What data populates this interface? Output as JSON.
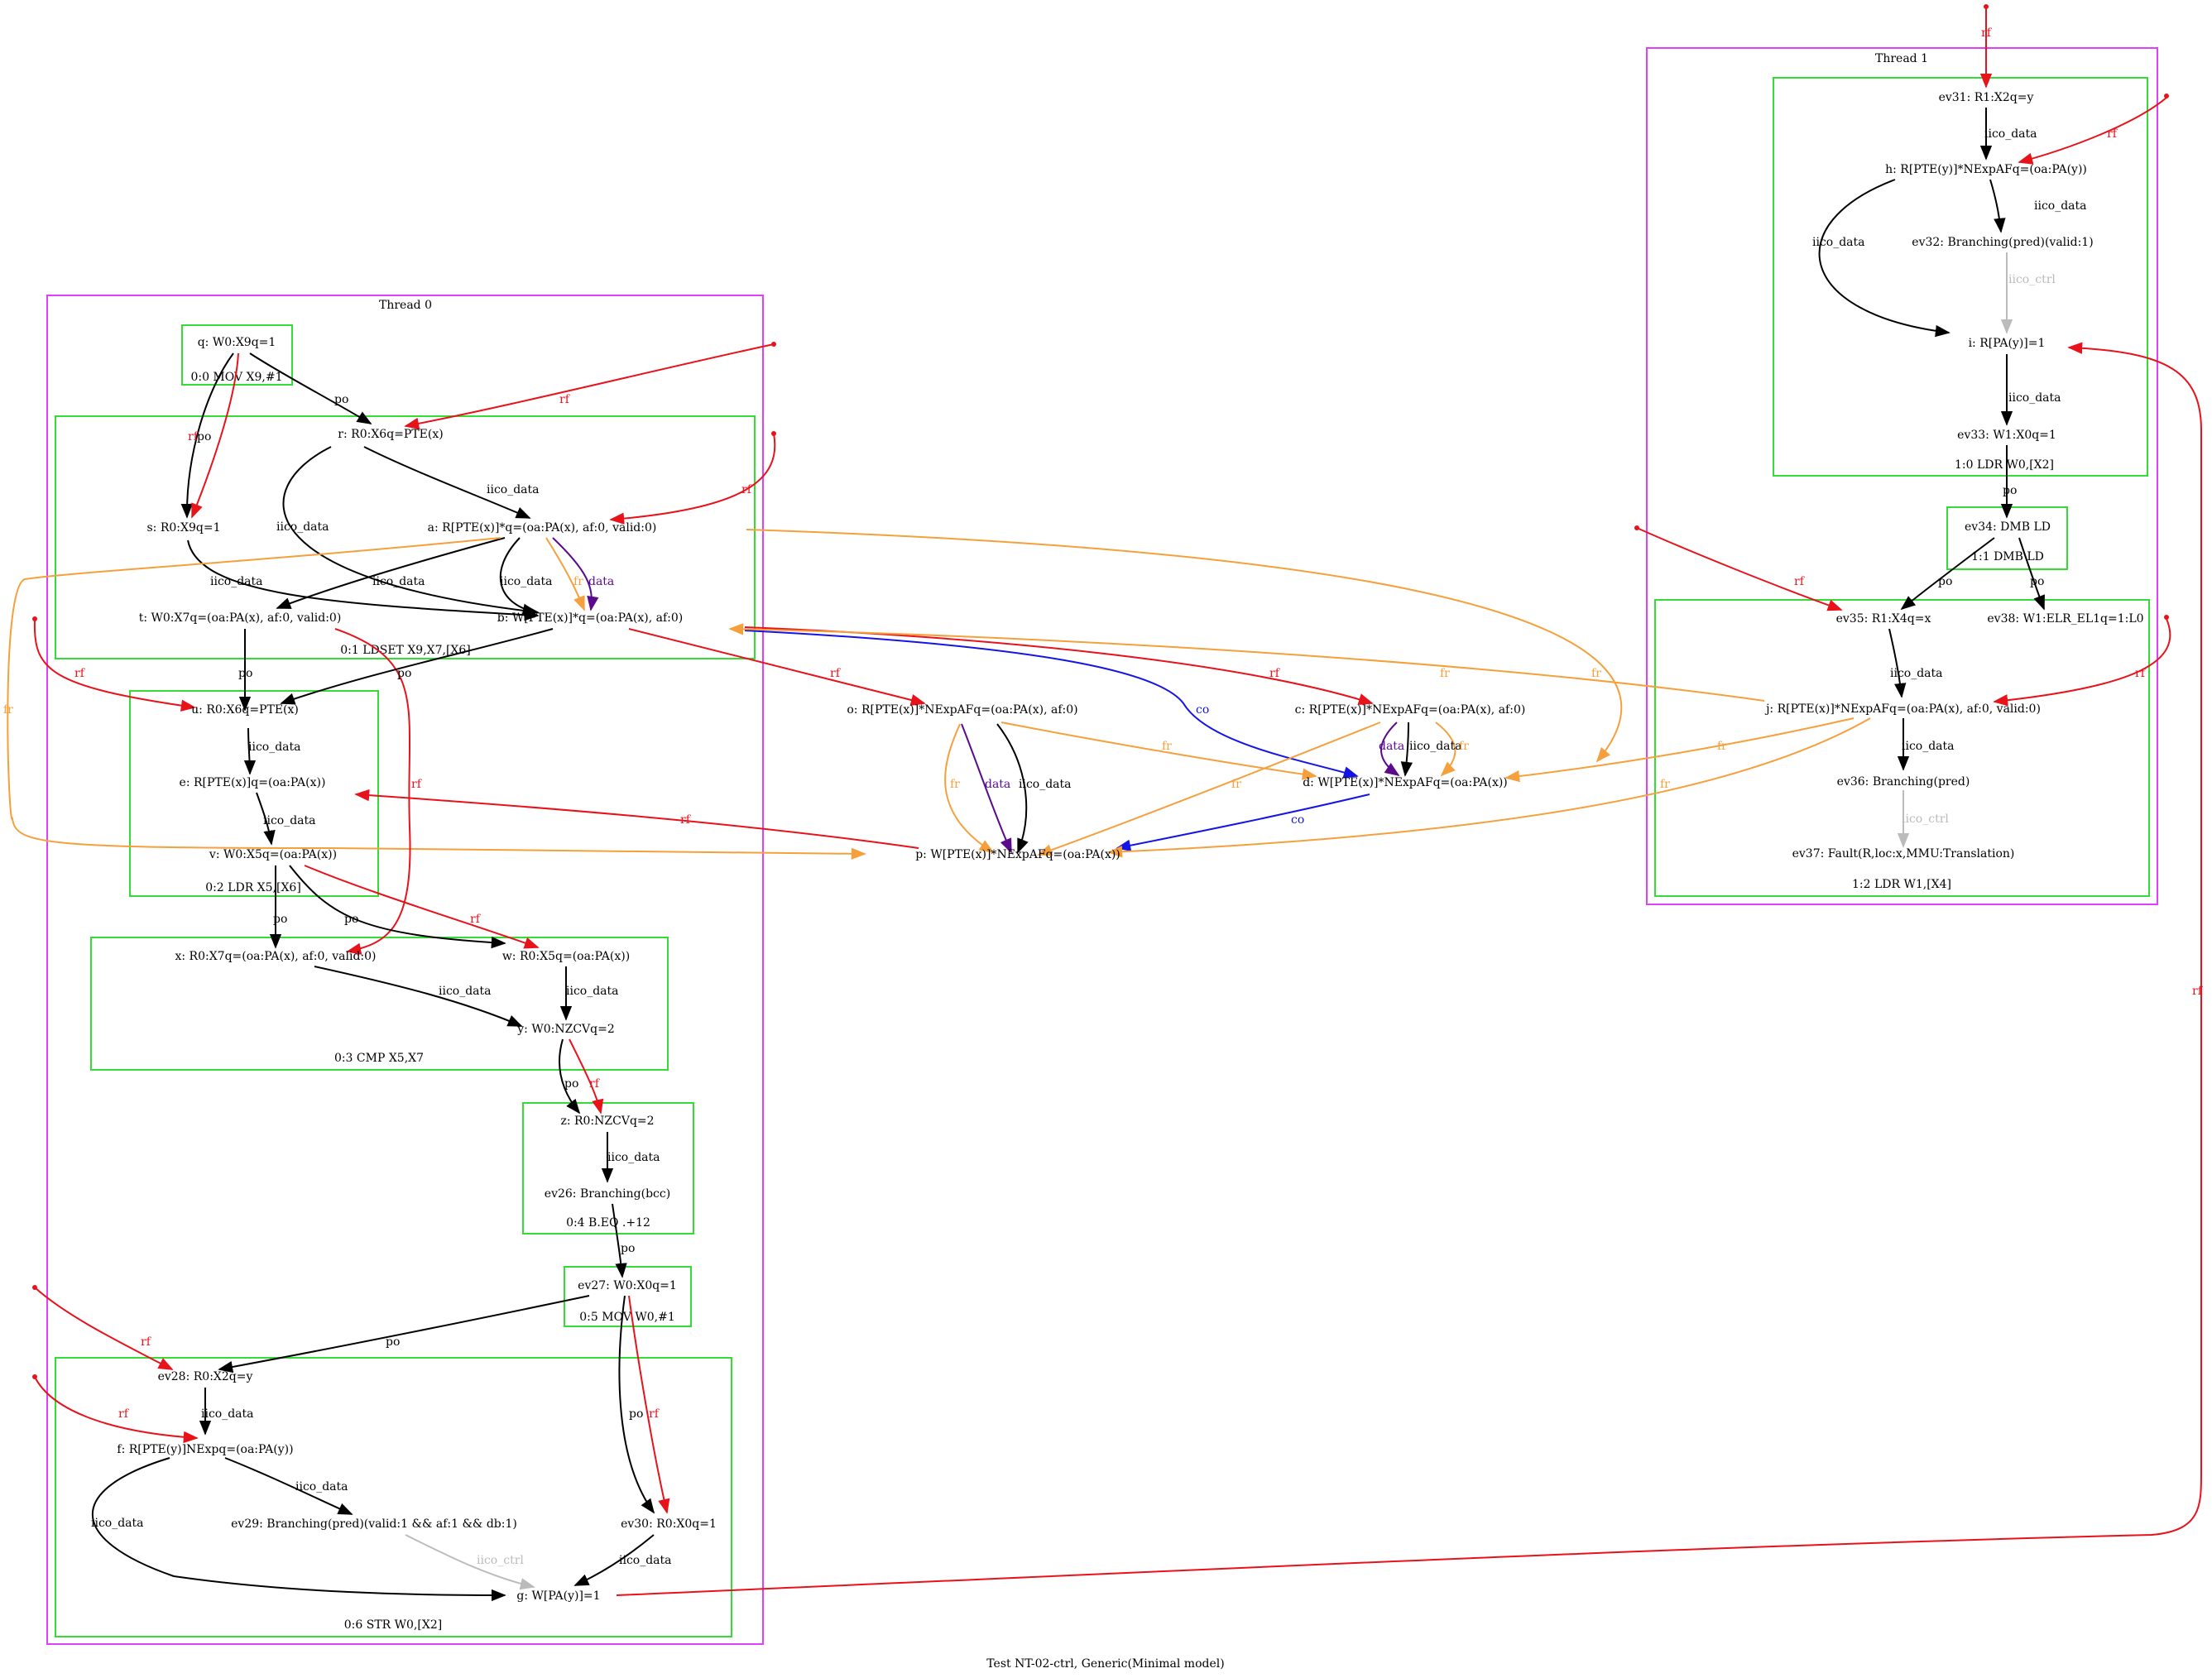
{
  "diagram": {
    "caption": "Test NT-02-ctrl, Generic(Minimal model)",
    "colors": {
      "thread_box": "#e040fb",
      "instr_box": "#33dd33",
      "po": "#000000",
      "iico_data": "#000000",
      "iico_ctrl": "#bbbbbb",
      "rf": "#e8121b",
      "fr": "#f5a03c",
      "co": "#1414e6",
      "data": "#5a0a8c"
    },
    "threads": [
      {
        "id": "t0",
        "label": "Thread 0"
      },
      {
        "id": "t1",
        "label": "Thread 1"
      }
    ],
    "instructions": [
      {
        "id": "i00",
        "label": "0:0 MOV X9,#1"
      },
      {
        "id": "i01",
        "label": "0:1 LDSET X9,X7,[X6]"
      },
      {
        "id": "i02",
        "label": "0:2 LDR X5,[X6]"
      },
      {
        "id": "i03",
        "label": "0:3 CMP X5,X7"
      },
      {
        "id": "i04",
        "label": "0:4 B.EQ .+12"
      },
      {
        "id": "i05",
        "label": "0:5 MOV W0,#1"
      },
      {
        "id": "i06",
        "label": "0:6 STR W0,[X2]"
      },
      {
        "id": "i10",
        "label": "1:0 LDR W0,[X2]"
      },
      {
        "id": "i11",
        "label": "1:1 DMB LD"
      },
      {
        "id": "i12",
        "label": "1:2 LDR W1,[X4]"
      }
    ],
    "nodes": [
      {
        "id": "q",
        "label": "q: W0:X9q=1"
      },
      {
        "id": "r",
        "label": "r: R0:X6q=PTE(x)"
      },
      {
        "id": "s",
        "label": "s: R0:X9q=1"
      },
      {
        "id": "a",
        "label": "a: R[PTE(x)]*q=(oa:PA(x), af:0, valid:0)"
      },
      {
        "id": "t",
        "label": "t: W0:X7q=(oa:PA(x), af:0, valid:0)"
      },
      {
        "id": "b",
        "label": "b: W[PTE(x)]*q=(oa:PA(x), af:0)"
      },
      {
        "id": "u",
        "label": "u: R0:X6q=PTE(x)"
      },
      {
        "id": "e",
        "label": "e: R[PTE(x)]q=(oa:PA(x))"
      },
      {
        "id": "v",
        "label": "v: W0:X5q=(oa:PA(x))"
      },
      {
        "id": "x",
        "label": "x: R0:X7q=(oa:PA(x), af:0, valid:0)"
      },
      {
        "id": "w",
        "label": "w: R0:X5q=(oa:PA(x))"
      },
      {
        "id": "y",
        "label": "y: W0:NZCVq=2"
      },
      {
        "id": "z",
        "label": "z: R0:NZCVq=2"
      },
      {
        "id": "ev26",
        "label": "ev26: Branching(bcc)"
      },
      {
        "id": "ev27",
        "label": "ev27: W0:X0q=1"
      },
      {
        "id": "ev28",
        "label": "ev28: R0:X2q=y"
      },
      {
        "id": "f",
        "label": "f: R[PTE(y)]NExpq=(oa:PA(y))"
      },
      {
        "id": "ev29",
        "label": "ev29: Branching(pred)(valid:1 && af:1 && db:1)"
      },
      {
        "id": "ev30",
        "label": "ev30: R0:X0q=1"
      },
      {
        "id": "g",
        "label": "g: W[PA(y)]=1"
      },
      {
        "id": "o",
        "label": "o: R[PTE(x)]*NExpAFq=(oa:PA(x), af:0)"
      },
      {
        "id": "c",
        "label": "c: R[PTE(x)]*NExpAFq=(oa:PA(x), af:0)"
      },
      {
        "id": "d",
        "label": "d: W[PTE(x)]*NExpAFq=(oa:PA(x))"
      },
      {
        "id": "p",
        "label": "p: W[PTE(x)]*NExpAFq=(oa:PA(x))"
      },
      {
        "id": "ev31",
        "label": "ev31: R1:X2q=y"
      },
      {
        "id": "h",
        "label": "h: R[PTE(y)]*NExpAFq=(oa:PA(y))"
      },
      {
        "id": "ev32",
        "label": "ev32: Branching(pred)(valid:1)"
      },
      {
        "id": "i",
        "label": "i: R[PA(y)]=1"
      },
      {
        "id": "ev33",
        "label": "ev33: W1:X0q=1"
      },
      {
        "id": "ev34",
        "label": "ev34: DMB LD"
      },
      {
        "id": "ev35",
        "label": "ev35: R1:X4q=x"
      },
      {
        "id": "ev38",
        "label": "ev38: W1:ELR_EL1q=1:L0"
      },
      {
        "id": "j",
        "label": "j: R[PTE(x)]*NExpAFq=(oa:PA(x), af:0, valid:0)"
      },
      {
        "id": "ev36",
        "label": "ev36: Branching(pred)"
      },
      {
        "id": "ev37",
        "label": "ev37: Fault(R,loc:x,MMU:Translation)"
      }
    ],
    "edge_labels": {
      "po": "po",
      "rf": "rf",
      "fr": "fr",
      "co": "co",
      "data": "data",
      "iico_data": "iico_data",
      "iico_ctrl": "iico_ctrl"
    },
    "edges": [
      {
        "from": "q",
        "to": "r",
        "kind": "po"
      },
      {
        "from": "q",
        "to": "s",
        "kind": "po"
      },
      {
        "from": "q",
        "to": "s",
        "kind": "rf"
      },
      {
        "from": "init",
        "to": "r",
        "kind": "rf"
      },
      {
        "from": "init",
        "to": "a",
        "kind": "rf"
      },
      {
        "from": "r",
        "to": "a",
        "kind": "iico_data"
      },
      {
        "from": "r",
        "to": "b",
        "kind": "iico_data"
      },
      {
        "from": "s",
        "to": "b",
        "kind": "iico_data"
      },
      {
        "from": "a",
        "to": "t",
        "kind": "iico_data"
      },
      {
        "from": "a",
        "to": "b",
        "kind": "iico_data"
      },
      {
        "from": "a",
        "to": "b",
        "kind": "fr"
      },
      {
        "from": "a",
        "to": "b",
        "kind": "data"
      },
      {
        "from": "a",
        "to": "d",
        "kind": "fr"
      },
      {
        "from": "a",
        "to": "p",
        "kind": "fr"
      },
      {
        "from": "t",
        "to": "u",
        "kind": "po"
      },
      {
        "from": "t",
        "to": "x",
        "kind": "rf"
      },
      {
        "from": "b",
        "to": "u",
        "kind": "po"
      },
      {
        "from": "b",
        "to": "o",
        "kind": "rf"
      },
      {
        "from": "b",
        "to": "c",
        "kind": "rf"
      },
      {
        "from": "b",
        "to": "d",
        "kind": "co"
      },
      {
        "from": "init",
        "to": "u",
        "kind": "rf"
      },
      {
        "from": "u",
        "to": "e",
        "kind": "iico_data"
      },
      {
        "from": "e",
        "to": "v",
        "kind": "iico_data"
      },
      {
        "from": "p",
        "to": "e",
        "kind": "rf"
      },
      {
        "from": "v",
        "to": "x",
        "kind": "po"
      },
      {
        "from": "v",
        "to": "w",
        "kind": "po"
      },
      {
        "from": "v",
        "to": "w",
        "kind": "rf"
      },
      {
        "from": "x",
        "to": "y",
        "kind": "iico_data"
      },
      {
        "from": "w",
        "to": "y",
        "kind": "iico_data"
      },
      {
        "from": "y",
        "to": "z",
        "kind": "po"
      },
      {
        "from": "y",
        "to": "z",
        "kind": "rf"
      },
      {
        "from": "z",
        "to": "ev26",
        "kind": "iico_data"
      },
      {
        "from": "ev26",
        "to": "ev27",
        "kind": "po"
      },
      {
        "from": "ev27",
        "to": "ev28",
        "kind": "po"
      },
      {
        "from": "ev27",
        "to": "ev30",
        "kind": "po"
      },
      {
        "from": "ev27",
        "to": "ev30",
        "kind": "rf"
      },
      {
        "from": "init",
        "to": "ev28",
        "kind": "rf"
      },
      {
        "from": "init",
        "to": "f",
        "kind": "rf"
      },
      {
        "from": "ev28",
        "to": "f",
        "kind": "iico_data"
      },
      {
        "from": "f",
        "to": "ev29",
        "kind": "iico_data"
      },
      {
        "from": "f",
        "to": "g",
        "kind": "iico_data"
      },
      {
        "from": "ev29",
        "to": "g",
        "kind": "iico_ctrl"
      },
      {
        "from": "ev30",
        "to": "g",
        "kind": "iico_data"
      },
      {
        "from": "g",
        "to": "i",
        "kind": "rf"
      },
      {
        "from": "o",
        "to": "p",
        "kind": "fr"
      },
      {
        "from": "o",
        "to": "p",
        "kind": "data"
      },
      {
        "from": "o",
        "to": "p",
        "kind": "iico_data"
      },
      {
        "from": "o",
        "to": "d",
        "kind": "fr"
      },
      {
        "from": "c",
        "to": "d",
        "kind": "data"
      },
      {
        "from": "c",
        "to": "d",
        "kind": "iico_data"
      },
      {
        "from": "c",
        "to": "d",
        "kind": "fr"
      },
      {
        "from": "c",
        "to": "p",
        "kind": "fr"
      },
      {
        "from": "d",
        "to": "p",
        "kind": "co"
      },
      {
        "from": "init",
        "to": "ev31",
        "kind": "rf"
      },
      {
        "from": "init",
        "to": "h",
        "kind": "rf"
      },
      {
        "from": "ev31",
        "to": "h",
        "kind": "iico_data"
      },
      {
        "from": "h",
        "to": "ev32",
        "kind": "iico_data"
      },
      {
        "from": "h",
        "to": "i",
        "kind": "iico_data"
      },
      {
        "from": "ev32",
        "to": "i",
        "kind": "iico_ctrl"
      },
      {
        "from": "i",
        "to": "ev33",
        "kind": "iico_data"
      },
      {
        "from": "ev33",
        "to": "ev34",
        "kind": "po"
      },
      {
        "from": "ev34",
        "to": "ev35",
        "kind": "po"
      },
      {
        "from": "ev34",
        "to": "ev38",
        "kind": "po"
      },
      {
        "from": "init",
        "to": "ev35",
        "kind": "rf"
      },
      {
        "from": "init",
        "to": "j",
        "kind": "rf"
      },
      {
        "from": "ev35",
        "to": "j",
        "kind": "iico_data"
      },
      {
        "from": "j",
        "to": "ev36",
        "kind": "iico_data"
      },
      {
        "from": "ev36",
        "to": "ev37",
        "kind": "iico_ctrl"
      },
      {
        "from": "j",
        "to": "b",
        "kind": "fr"
      },
      {
        "from": "j",
        "to": "d",
        "kind": "fr"
      },
      {
        "from": "j",
        "to": "p",
        "kind": "fr"
      }
    ]
  }
}
